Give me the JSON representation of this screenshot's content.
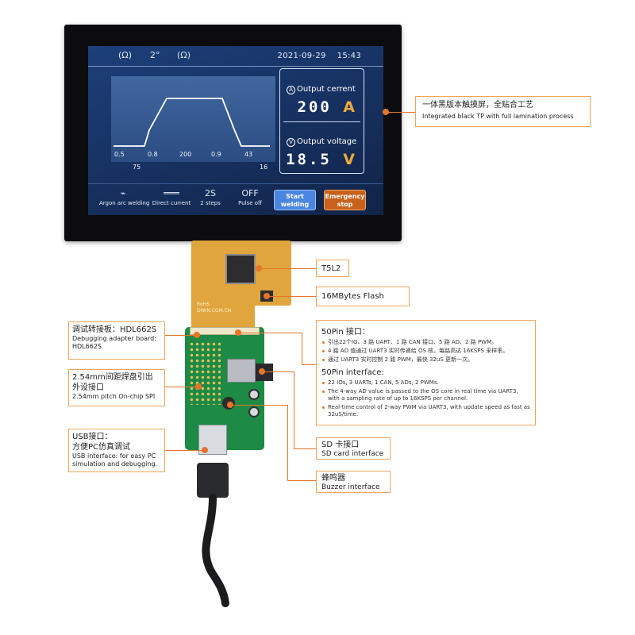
{
  "screen": {
    "status_icons": [
      "current-mode-icon",
      "pulse-setting-icon",
      "voltage-mode-icon"
    ],
    "date": "2021-09-29",
    "time": "15:43",
    "graph": {
      "params_top": [
        "0.5",
        "0.8",
        "200",
        "0.9",
        "43"
      ],
      "params_bottom": [
        "75",
        "16"
      ]
    },
    "output_current": {
      "title": "Output cerrent",
      "value": "200",
      "unit": "A"
    },
    "output_voltage": {
      "title": "Output voltage",
      "value": "18.5",
      "unit": "V"
    },
    "tools": [
      {
        "label": "Argon arc welding",
        "icon": "welding-torch-icon"
      },
      {
        "label": "Direct current",
        "icon": "direct-current-icon"
      },
      {
        "label": "2 steps",
        "icon": "two-steps-icon",
        "glyph": "2S"
      },
      {
        "label": "Pulse off",
        "icon": "pulse-icon",
        "glyph": "OFF"
      }
    ],
    "start_button": [
      "Start",
      "welding"
    ],
    "stop_button": [
      "Emergency",
      "stop"
    ]
  },
  "board": {
    "fpc_marks": [
      "RoHS",
      "DWIN.COM.CN"
    ]
  },
  "callouts": {
    "display": {
      "cn": "一体黑版本触摸屏，全贴合工艺",
      "en": "Integrated black TP with full lamination process"
    },
    "t5l2": {
      "label": "T5L2"
    },
    "flash": {
      "label": "16MBytes Flash"
    },
    "adapter": {
      "cn": "调试转接板：HDL662S",
      "en1": "Debugging adapter board:",
      "en2": "HDL662S"
    },
    "spi": {
      "cn1": "2.54mm间距焊盘引出",
      "cn2": "外设接口",
      "en": "2.54mm pitch On-chip SPI"
    },
    "usb": {
      "cn1": "USB接口：",
      "cn2": "方便PC仿真调试",
      "en1": "USB interface: for easy PC",
      "en2": "simulation and debugging."
    },
    "pins": {
      "cn_head": "50Pin 接口：",
      "cn_items": [
        "引出22个IO、3 路 UART、1 路 CAN 接口、5 路 AD、2 路 PWM。",
        "4 路 AD 值通过 UART3 实时传递给 OS 核，每路高达 16KSPS 采样率。",
        "通过 UART3 实时控制 2 路 PWM，最快 32uS 更新一次。"
      ],
      "en_head": "50Pin interface:",
      "en_items": [
        "22 IOs, 3 UARTs, 1 CAN, 5 ADs, 2 PWMs.",
        "The 4-way AD value is passed to the OS core in real time via UART3, with a sampling rate of up to 16KSPS per channel.",
        "Real-time control of 2-way PWM via UART3, with update speed as fast as 32uS/time."
      ]
    },
    "sd": {
      "cn": "SD 卡接口",
      "en": "SD card interface"
    },
    "buzzer": {
      "cn": "蜂鸣器",
      "en": "Buzzer interface"
    }
  },
  "colors": {
    "accent": "#e8742a",
    "callout_border": "#f0a45c",
    "screen_bg": "#16305f",
    "value_unit": "#f0a93a"
  }
}
